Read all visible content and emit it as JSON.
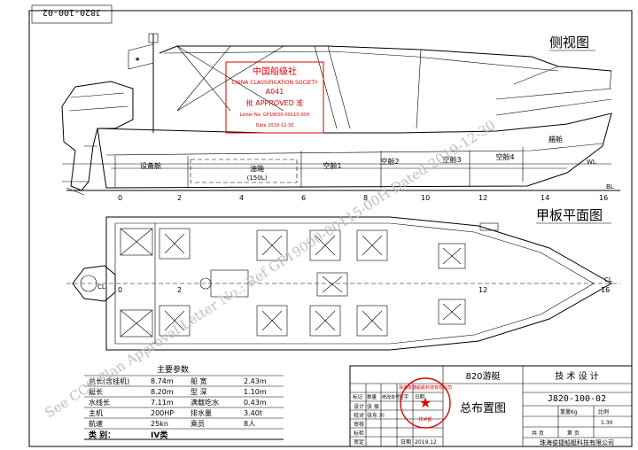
{
  "drawing_no_top": "J820-100-02",
  "views": {
    "side_view_title": "侧视图",
    "plan_view_title": "甲板平面图"
  },
  "side_labels": {
    "equipment_room": "设备舱",
    "fuel_tank": "油箱",
    "fuel_volume": "(150L)",
    "void1": "空舱1",
    "void2": "空舱2",
    "void3": "空舱3",
    "void4": "空舱4",
    "bow_room": "艏舱",
    "wl": "WL",
    "bl": "BL",
    "cl": "CL"
  },
  "frame_ticks": [
    "0",
    "2",
    "4",
    "6",
    "8",
    "10",
    "12",
    "14",
    "16"
  ],
  "stamp": {
    "cn": "中国船级社",
    "en": "CHINA CLASSIFICATION SOCIETY",
    "code": "A041",
    "approved": "批 APPROVED 准",
    "letter": "Letter No. GP19000-00115-00H",
    "date": "Date 2019-12-30"
  },
  "watermarks": {
    "diagonal": "See CCS Plan Approval Letter No.: Ref GP19000-00115-00H Dated 2019-12-30"
  },
  "specs": {
    "title": "主要参数",
    "rows": [
      {
        "l1": "总长(含挂机)",
        "v1": "8.74m",
        "l2": "船 宽",
        "v2": "2.43m"
      },
      {
        "l1": "艇长",
        "v1": "8.20m",
        "l2": "型 深",
        "v2": "1.10m"
      },
      {
        "l1": "水线长",
        "v1": "7.11m",
        "l2": "满载吃水",
        "v2": "0.43m"
      },
      {
        "l1": "主机",
        "v1": "200HP",
        "l2": "排水量",
        "v2": "3.40t"
      },
      {
        "l1": "航速",
        "v1": "25kn",
        "l2": "乘员",
        "v2": "8人"
      }
    ],
    "class_label": "类 别：",
    "class_value": "IV类"
  },
  "title_block": {
    "project": "820游艇",
    "stage": "技 术 设 计",
    "drawing_no": "J820-100-02",
    "drawing_name": "总布置图",
    "rows_left": [
      "设计",
      "校对",
      "审核",
      "标检",
      "审定",
      "日期"
    ],
    "names": [
      "张 振",
      "张东 川",
      "",
      "",
      "",
      ""
    ],
    "date_value": "2019.12",
    "mark_col": "标记",
    "qty_col": "数量",
    "mod_col": "修改单号",
    "sign_col": "签字",
    "date_col": "日期",
    "weight": "重量Kg",
    "scale_label": "比例",
    "scale_value": "1:30",
    "sheet": "共  页",
    "page": "第  页",
    "company": "珠海俊捷船艇科技有限公司",
    "seal_text": "珠海俊捷船艇科技有限公司",
    "seal_sub": "技术部"
  }
}
